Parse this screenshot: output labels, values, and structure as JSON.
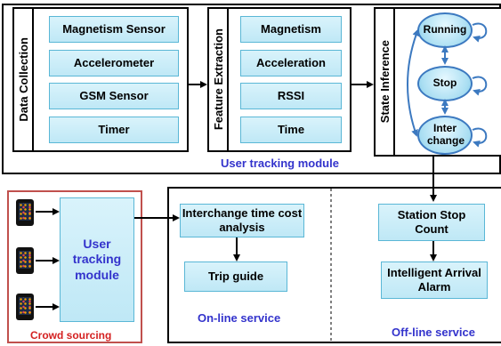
{
  "data_collection": {
    "label": "Data Collection",
    "items": [
      "Magnetism Sensor",
      "Accelerometer",
      "GSM Sensor",
      "Timer"
    ]
  },
  "feature_extraction": {
    "label": "Feature Extraction",
    "items": [
      "Magnetism",
      "Acceleration",
      "RSSI",
      "Time"
    ]
  },
  "state_inference": {
    "label": "State Inference",
    "states": [
      "Running",
      "Stop",
      "Inter change"
    ]
  },
  "user_tracking_caption": "User tracking module",
  "crowd_sourcing": {
    "module_label": "User tracking module",
    "caption": "Crowd sourcing",
    "caption_color": "#d42020",
    "border_color": "#c0504d"
  },
  "online": {
    "boxes": [
      "Interchange time cost analysis",
      "Trip guide"
    ],
    "caption": "On-line service"
  },
  "offline": {
    "boxes": [
      "Station Stop Count",
      "Intelligent Arrival Alarm"
    ],
    "caption": "Off-line service"
  },
  "colors": {
    "caption_blue": "#3333cc",
    "box_fill": "#c9edf8",
    "box_border": "#5ab7d6",
    "state_border": "#3c79c0"
  }
}
